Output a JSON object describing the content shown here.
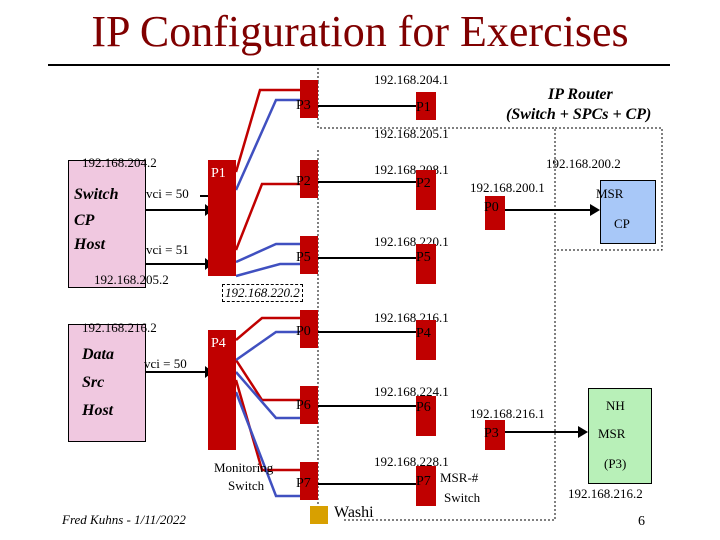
{
  "title": "IP Configuration for Exercises",
  "router": {
    "title": "IP Router",
    "subtitle": "(Switch + SPCs + CP)"
  },
  "ips": {
    "p1_204": "192.168.204.1",
    "p1_205": "192.168.205.1",
    "p2_208": "192.168.208.1",
    "p5_220": "192.168.220.1",
    "p4_216": "192.168.216.1",
    "p6_224": "192.168.224.1",
    "p7_228": "192.168.228.1",
    "p0_200": "192.168.200.1",
    "msr_200": "192.168.200.2",
    "p3_216": "192.168.216.1",
    "nh_216": "192.168.216.2"
  },
  "ports": {
    "p0": "P0",
    "p1": "P1",
    "p2": "P2",
    "p3": "P3",
    "p4": "P4",
    "p5": "P5",
    "p6": "P6",
    "p7": "P7"
  },
  "cp_host": {
    "ip_top": "192.168.204.2",
    "ip_bottom": "192.168.205.2",
    "line1": "Switch",
    "line2": "CP",
    "line3": "Host",
    "vci1": "vci = 50",
    "vci2": "vci = 51"
  },
  "data_host": {
    "ip_top": "192.168.216.2",
    "line1": "Data",
    "line2": "Src",
    "line3": "Host",
    "vci": "vci = 50"
  },
  "inner_label": "192.168.220.2",
  "msr_cp": {
    "line1": "MSR",
    "line2": "CP"
  },
  "nh": {
    "line1": "NH",
    "line2": "MSR",
    "line3": "(P3)"
  },
  "monitoring": {
    "line1": "Monitoring",
    "line2": "Switch"
  },
  "msr_switch": {
    "line1": "MSR-#",
    "line2": "Switch"
  },
  "footer": {
    "author": "Fred Kuhns - 1/11/2022",
    "logo_text": "Washi",
    "page": "6"
  }
}
